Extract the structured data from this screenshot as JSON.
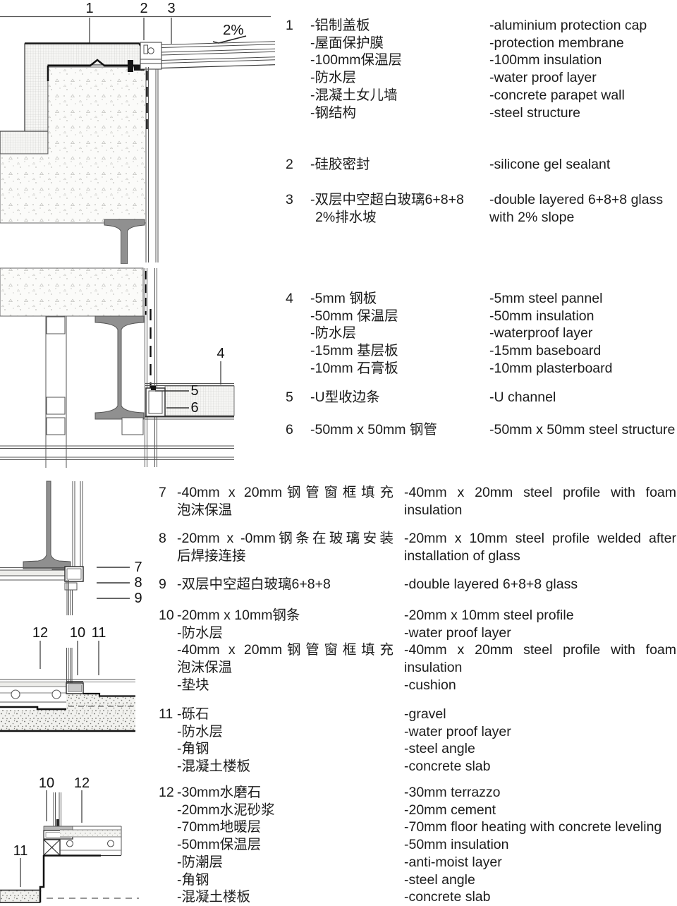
{
  "legend": {
    "items": [
      {
        "num": "1",
        "zh": [
          "-铝制盖板",
          "-屋面保护膜",
          "-100mm保温层",
          "-防水层",
          "-混凝土女儿墙",
          "-钢结构"
        ],
        "en": [
          "-aluminium protection cap",
          "-protection membrane",
          "-100mm insulation",
          "-water proof layer",
          "-concrete parapet wall",
          "-steel structure"
        ]
      },
      {
        "num": "2",
        "zh": [
          "-硅胶密封"
        ],
        "en": [
          "-silicone gel sealant"
        ]
      },
      {
        "num": "3",
        "zh": [
          "-双层中空超白玻璃6+8+8",
          "2%排水坡"
        ],
        "en": [
          "-double layered 6+8+8 glass",
          "with 2% slope"
        ]
      },
      {
        "num": "4",
        "zh": [
          "-5mm 钢板",
          "-50mm 保温层",
          "-防水层",
          "-15mm 基层板",
          "-10mm 石膏板"
        ],
        "en": [
          "-5mm steel pannel",
          "-50mm insulation",
          "-waterproof layer",
          "-15mm baseboard",
          "-10mm plasterboard"
        ]
      },
      {
        "num": "5",
        "zh": [
          "-U型收边条"
        ],
        "en": [
          "-U channel"
        ]
      },
      {
        "num": "6",
        "zh": [
          "-50mm x 50mm 钢管"
        ],
        "en": [
          "-50mm x 50mm steel structure"
        ]
      },
      {
        "num": "7",
        "zh": [
          "-40mm x 20mm钢管窗框填充",
          "泡沫保温"
        ],
        "en": [
          "-40mm x 20mm steel profile with foam",
          "insulation"
        ]
      },
      {
        "num": "8",
        "zh": [
          "-20mm x -0mm钢条在玻璃安装",
          "后焊接连接"
        ],
        "en": [
          "-20mm x 10mm steel profile welded after",
          "installation of glass"
        ]
      },
      {
        "num": "9",
        "zh": [
          "-双层中空超白玻璃6+8+8"
        ],
        "en": [
          "-double layered 6+8+8 glass"
        ]
      },
      {
        "num": "10",
        "zh": [
          "-20mm x 10mm钢条",
          "-防水层",
          "-40mm x 20mm钢管窗框填充",
          "泡沫保温",
          "-垫块"
        ],
        "en": [
          "-20mm x 10mm steel profile",
          "-water proof layer",
          "-40mm x 20mm steel profile with foam",
          "insulation",
          "-cushion"
        ]
      },
      {
        "num": "11",
        "zh": [
          "-砾石",
          "-防水层",
          "-角钢",
          "-混凝土楼板"
        ],
        "en": [
          "-gravel",
          "-water proof layer",
          "-steel angle",
          "-concrete slab"
        ]
      },
      {
        "num": "12",
        "zh": [
          "-30mm水磨石",
          "-20mm水泥砂浆",
          "-70mm地暖层",
          "-50mm保温层",
          "-防潮层",
          "-角钢",
          "-混凝土楼板"
        ],
        "en": [
          "-30mm terrazzo",
          "-20mm cement",
          "-70mm floor heating with concrete leveling",
          "-50mm insulation",
          "-anti-moist layer",
          "-steel angle",
          "-concrete slab"
        ]
      }
    ]
  },
  "drawings": {
    "parapet": {
      "callouts": [
        "1",
        "2",
        "3"
      ],
      "slope": "2%"
    },
    "wall": {
      "callouts": [
        "4",
        "5",
        "6"
      ]
    },
    "sill": {
      "callouts": [
        "7",
        "8",
        "9"
      ]
    },
    "floor_step": {
      "callouts": [
        "12",
        "10",
        "11"
      ]
    },
    "floor_edge": {
      "callouts": [
        "10",
        "12",
        "11"
      ]
    }
  },
  "colors": {
    "line": "#4a4a4a",
    "heavy_line": "#151515",
    "steel_fill": "#909090",
    "text": "#1c1c1c"
  }
}
